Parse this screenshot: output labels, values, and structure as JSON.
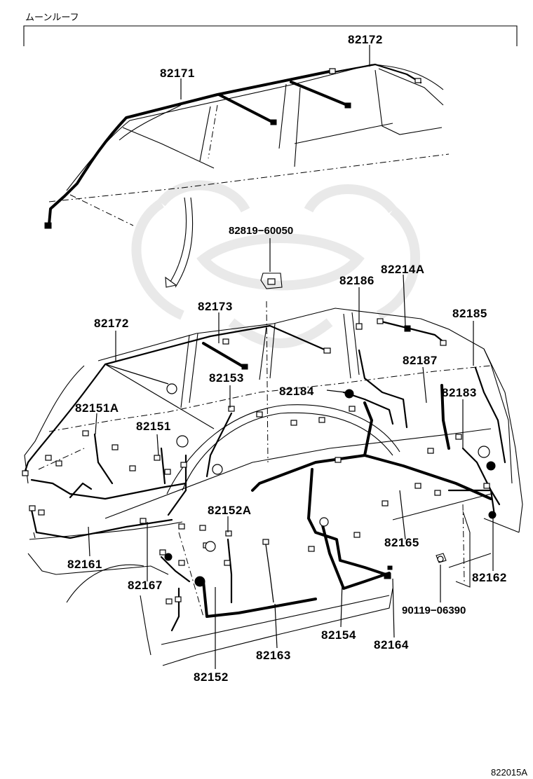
{
  "header": {
    "title": "ムーンルーフ"
  },
  "footer": {
    "code": "822015A"
  },
  "part_labels": [
    {
      "id": "p82172_top",
      "text": "82172"
    },
    {
      "id": "p82171",
      "text": "82171"
    },
    {
      "id": "p82819",
      "text": "82819−60050"
    },
    {
      "id": "p82186",
      "text": "82186"
    },
    {
      "id": "p82214A",
      "text": "82214A"
    },
    {
      "id": "p82185",
      "text": "82185"
    },
    {
      "id": "p82172",
      "text": "82172"
    },
    {
      "id": "p82173",
      "text": "82173"
    },
    {
      "id": "p82187",
      "text": "82187"
    },
    {
      "id": "p82153",
      "text": "82153"
    },
    {
      "id": "p82184",
      "text": "82184"
    },
    {
      "id": "p82183",
      "text": "82183"
    },
    {
      "id": "p82151A",
      "text": "82151A"
    },
    {
      "id": "p82151",
      "text": "82151"
    },
    {
      "id": "p82152A",
      "text": "82152A"
    },
    {
      "id": "p82165",
      "text": "82165"
    },
    {
      "id": "p82161",
      "text": "82161"
    },
    {
      "id": "p82167",
      "text": "82167"
    },
    {
      "id": "p82162",
      "text": "82162"
    },
    {
      "id": "p90119",
      "text": "90119−06390"
    },
    {
      "id": "p82154",
      "text": "82154"
    },
    {
      "id": "p82164",
      "text": "82164"
    },
    {
      "id": "p82163",
      "text": "82163"
    },
    {
      "id": "p82152",
      "text": "82152"
    }
  ]
}
